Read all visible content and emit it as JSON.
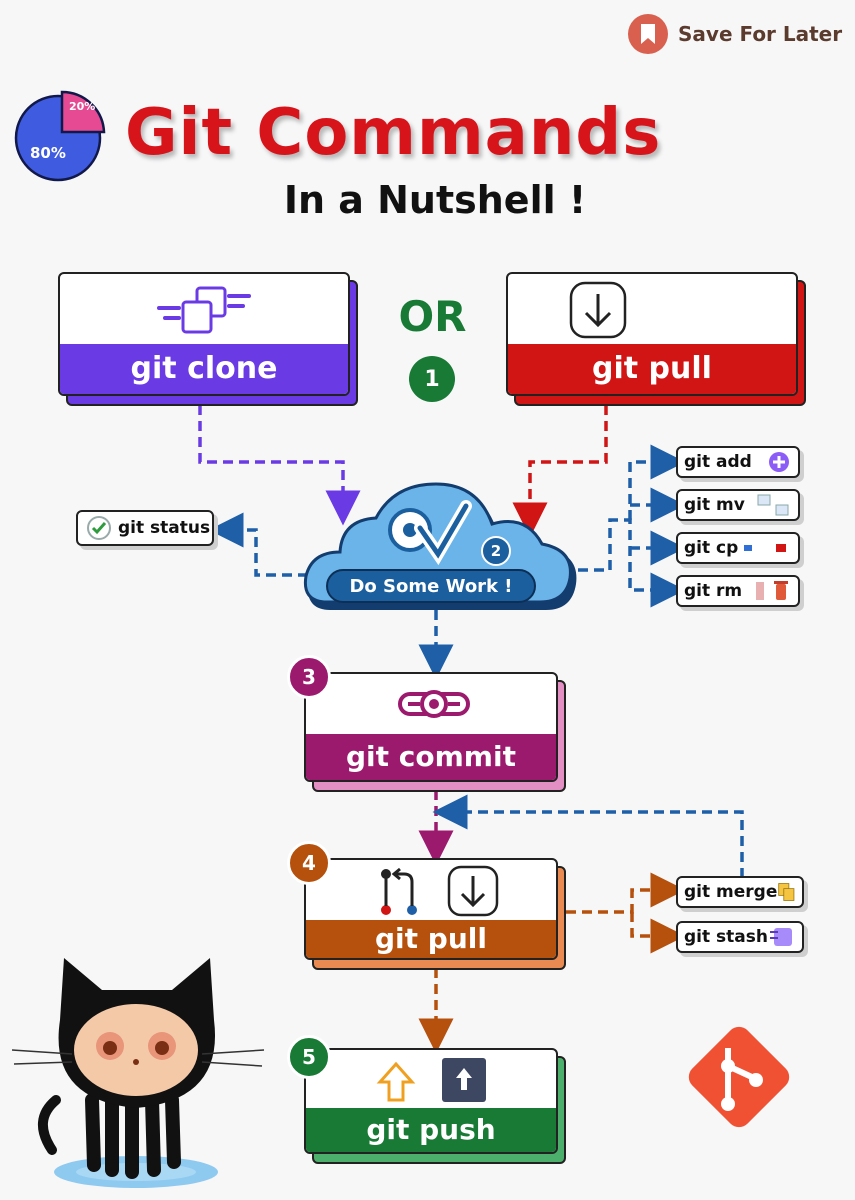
{
  "save_button": {
    "label": "Save For Later"
  },
  "progress_pie": {
    "large_label": "80%",
    "small_label": "20%",
    "fraction": 0.8
  },
  "title": "Git Commands",
  "subtitle": "In a Nutshell !",
  "or_label": "OR",
  "steps": {
    "clone": {
      "label": "git clone"
    },
    "pull_top": {
      "label": "git pull"
    },
    "one": "1",
    "two": "2",
    "work": {
      "label": "Do Some Work !"
    },
    "three": "3",
    "commit": {
      "label": "git commit"
    },
    "four": "4",
    "pull_mid": {
      "label": "git pull"
    },
    "five": "5",
    "push": {
      "label": "git push"
    }
  },
  "status_chip": {
    "label": "git status"
  },
  "work_commands": [
    {
      "label": "git add"
    },
    {
      "label": "git mv"
    },
    {
      "label": "git cp"
    },
    {
      "label": "git rm"
    }
  ],
  "sync_commands": [
    {
      "label": "git merge"
    },
    {
      "label": "git stash"
    }
  ],
  "colors": {
    "title_red": "#d8141b",
    "clone_purple": "#6a3be4",
    "pull_red": "#d11414",
    "commit_magenta": "#9c1a6d",
    "pull_orange": "#b5510d",
    "push_green": "#187a35",
    "arrow_blue": "#1f5fa8",
    "git_logo": "#f05133"
  }
}
